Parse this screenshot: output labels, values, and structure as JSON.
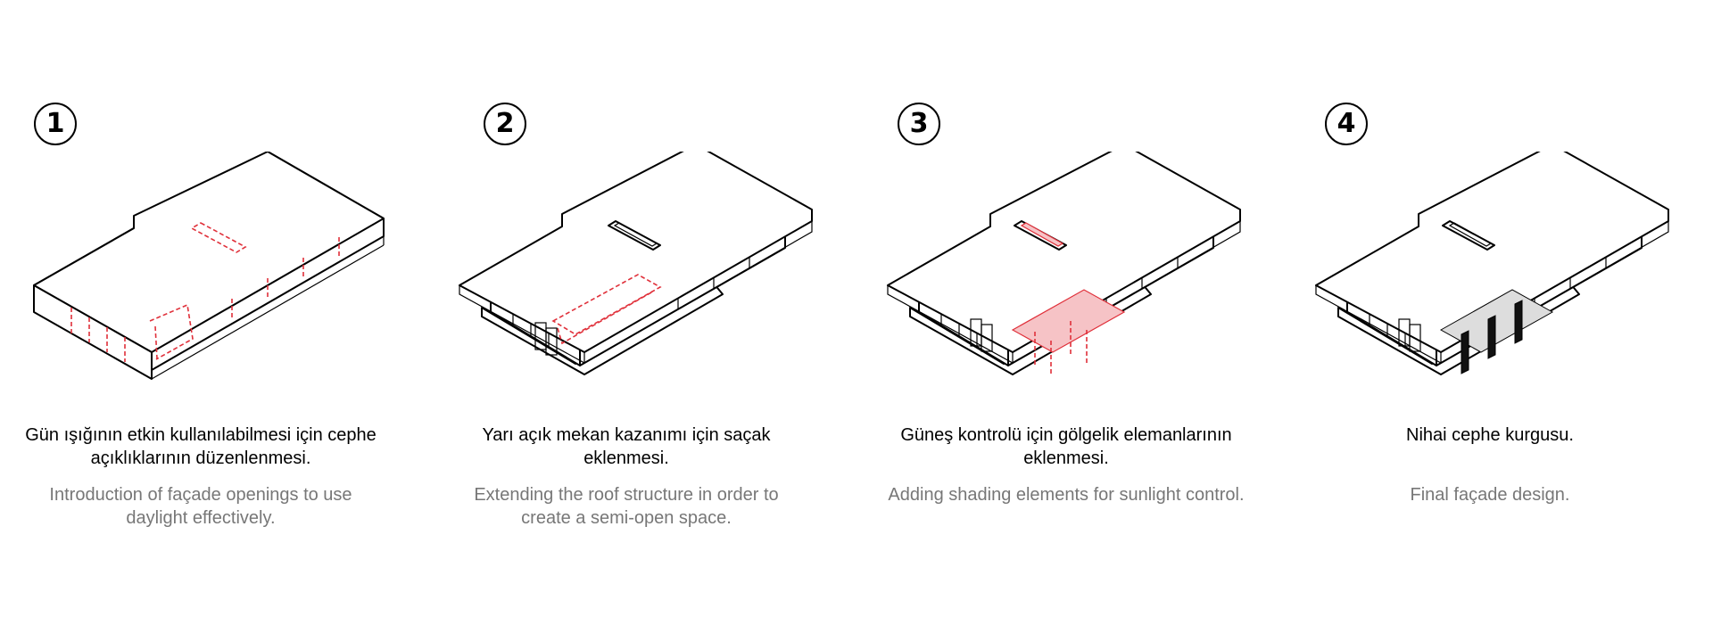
{
  "steps": [
    {
      "number": "1",
      "turkish": "Gün ışığının etkin kullanılabilmesi için cephe açıklıklarının düzenlenmesi.",
      "english": "Introduction of façade openings to use daylight effectively."
    },
    {
      "number": "2",
      "turkish": "Yarı açık mekan kazanımı için saçak eklenmesi.",
      "english": "Extending the roof structure in order to create a semi-open space."
    },
    {
      "number": "3",
      "turkish": "Güneş kontrolü için gölgelik elemanlarının eklenmesi.",
      "english": "Adding shading elements for sunlight control."
    },
    {
      "number": "4",
      "turkish": "Nihai cephe kurgusu.",
      "english": "Final façade design."
    }
  ],
  "colors": {
    "accent_red": "#e0303a",
    "text_primary": "#000000",
    "text_secondary": "#777777"
  }
}
